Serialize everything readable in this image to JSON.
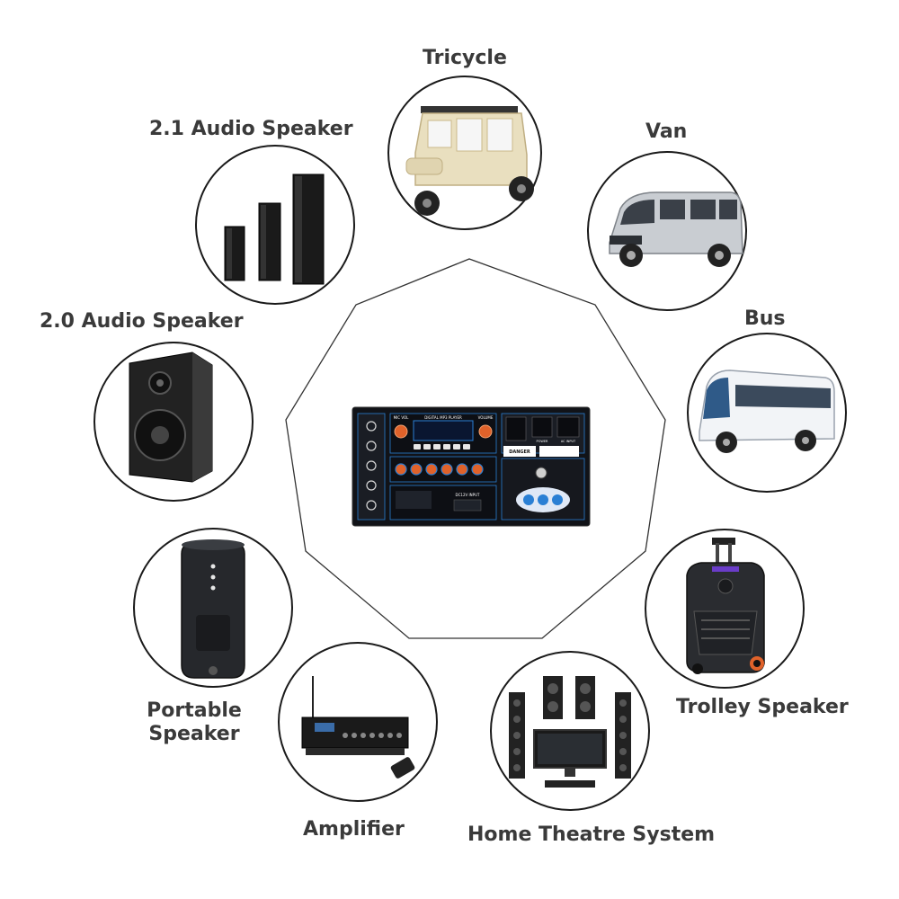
{
  "diagram": {
    "center_item": {
      "name": "mp3-player-module",
      "panel_text": {
        "title": "DIGITAL MP3 PLAYER",
        "mic_vol": "MIC VOL",
        "volume": "VOLUME",
        "danger": "DANGER",
        "dc_input": "DC12V INPUT",
        "power": "POWER",
        "ac_input": "AC INPUT"
      }
    },
    "applications": [
      {
        "id": "tricycle",
        "label": "Tricycle",
        "icon": "tricycle-icon"
      },
      {
        "id": "van",
        "label": "Van",
        "icon": "van-icon"
      },
      {
        "id": "bus",
        "label": "Bus",
        "icon": "bus-icon"
      },
      {
        "id": "trolley-speaker",
        "label": "Trolley Speaker",
        "icon": "trolley-speaker-icon"
      },
      {
        "id": "home-theatre-system",
        "label": "Home Theatre System",
        "icon": "home-theatre-icon"
      },
      {
        "id": "amplifier",
        "label": "Amplifier",
        "icon": "amplifier-icon"
      },
      {
        "id": "portable-speaker",
        "label": "Portable\nSpeaker",
        "label_lines": [
          "Portable",
          "Speaker"
        ],
        "icon": "portable-speaker-icon"
      },
      {
        "id": "audio-2-0",
        "label": "2.0 Audio Speaker",
        "icon": "bookshelf-speaker-icon"
      },
      {
        "id": "audio-2-1",
        "label": "2.1 Audio Speaker",
        "icon": "column-speakers-icon"
      }
    ],
    "colors": {
      "label": "#3a3a3a",
      "circle_stroke": "#1a1a1a",
      "nonagon_stroke": "#333333",
      "panel": "#111318",
      "panel_accent": "#2a7fd4",
      "panel_knob": "#e0622a"
    }
  }
}
